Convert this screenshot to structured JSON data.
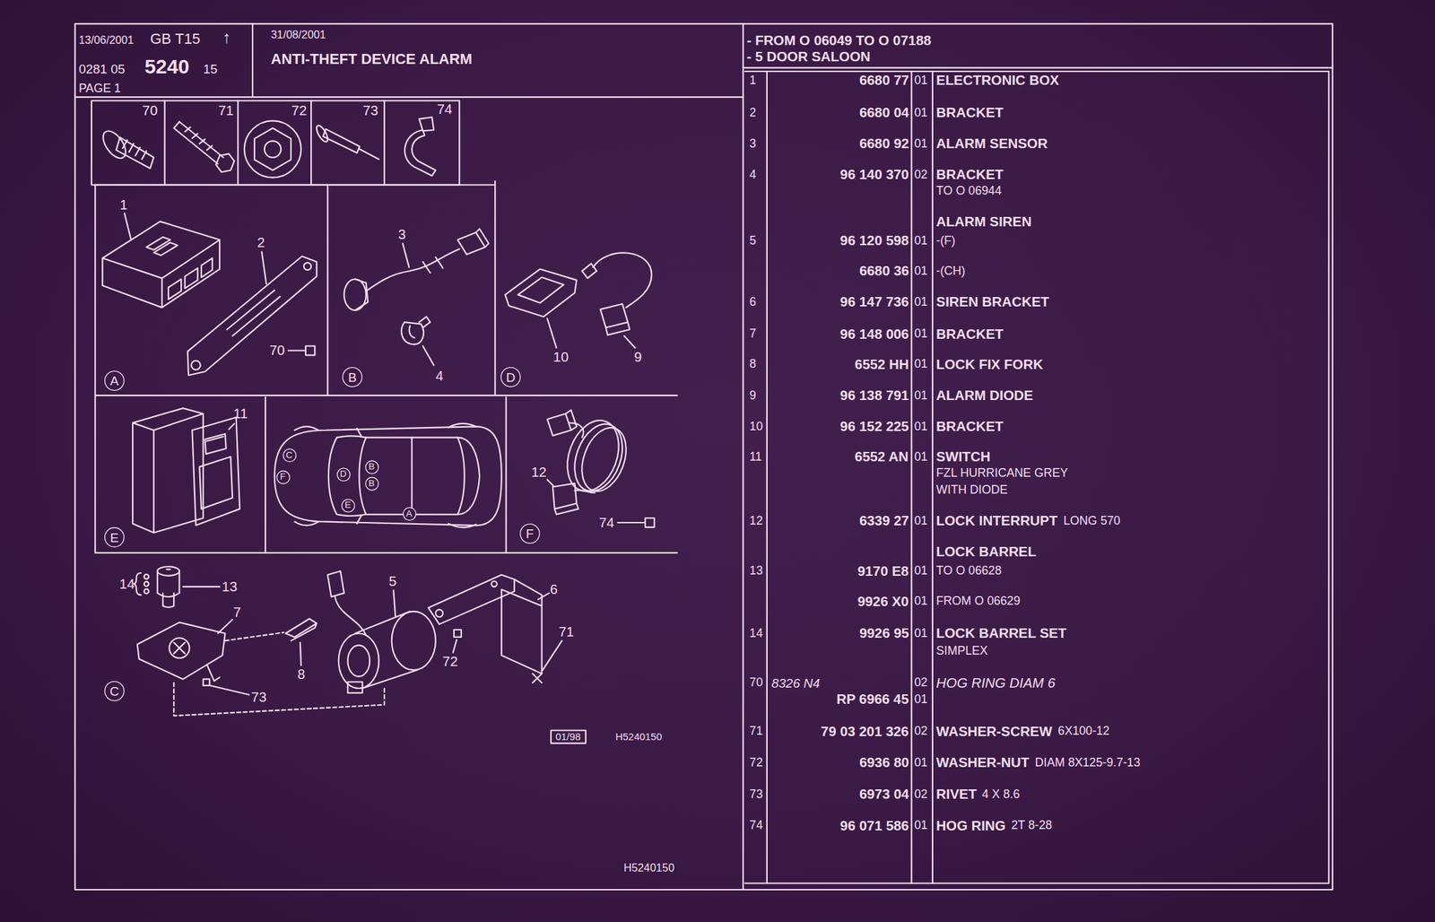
{
  "diagram": {
    "nodes": [
      {
        "text": [
          "13/06/2001",
          "GB T15",
          "↑",
          "0281 05",
          "5240",
          "15",
          "PAGE 1"
        ]
      },
      {
        "text": [
          "31/08/2001",
          "ANTI-THEFT DEVICE ALARM"
        ]
      },
      {
        "text": [
          "- FROM O 06049 TO O 07188",
          "- 5 DOOR SALOON"
        ]
      },
      {
        "text": [
          "70"
        ]
      },
      {
        "text": [
          "71"
        ]
      },
      {
        "text": [
          "72"
        ]
      },
      {
        "text": [
          "73"
        ]
      },
      {
        "text": [
          "74"
        ]
      },
      {
        "text": [
          "1",
          "2",
          "70"
        ]
      },
      {
        "text": [
          "A"
        ],
        "in": 8
      },
      {
        "text": [
          "3",
          "4"
        ]
      },
      {
        "text": [
          "B"
        ],
        "in": 10
      },
      {
        "text": [
          "10",
          "9"
        ]
      },
      {
        "text": [
          "D"
        ],
        "in": 12
      },
      {
        "text": [
          "11"
        ]
      },
      {
        "text": [
          "E"
        ],
        "in": 14
      },
      {
        "text": [
          "C"
        ]
      },
      {
        "text": [
          "B"
        ]
      },
      {
        "text": [
          "D"
        ]
      },
      {
        "text": [
          "F"
        ]
      },
      {
        "text": [
          "B"
        ]
      },
      {
        "text": [
          "E"
        ]
      },
      {
        "text": [
          "A"
        ]
      },
      {
        "text": [
          "12",
          "74"
        ]
      },
      {
        "text": [
          "F"
        ],
        "in": 23
      },
      {
        "text": [
          "14",
          "13",
          "5",
          "6",
          "7",
          "8",
          "71",
          "72",
          "73"
        ]
      },
      {
        "text": [
          "C"
        ],
        "in": 25
      }
    ],
    "labels": [
      "1",
      "6680 77",
      "01",
      "ELECTRONIC BOX",
      "2",
      "6680 04",
      "01",
      "BRACKET",
      "3",
      "6680 92",
      "01",
      "ALARM SENSOR",
      "4",
      "96 140 370",
      "02",
      "BRACKET",
      "TO O 06944",
      "ALARM SIREN",
      "5",
      "96 120 598",
      "01",
      "-(F)",
      "6680 36",
      "01",
      "-(CH)",
      "6",
      "96 147 736",
      "01",
      "SIREN BRACKET",
      "7",
      "96 148 006",
      "01",
      "BRACKET",
      "8",
      "6552 HH",
      "01",
      "LOCK FIX FORK",
      "9",
      "96 138 791",
      "01",
      "ALARM DIODE",
      "10",
      "96 152 225",
      "01",
      "BRACKET",
      "11",
      "6552 AN",
      "01",
      "SWITCH",
      "FZL HURRICANE GREY",
      "WITH DIODE",
      "12",
      "6339 27",
      "01",
      "LOCK INTERRUPT",
      "LONG 570",
      "LOCK BARREL",
      "13",
      "9170 E8",
      "01",
      "TO O 06628",
      "9926 X0",
      "01",
      "FROM O 06629",
      "14",
      "9926 95",
      "01",
      "LOCK BARREL SET",
      "SIMPLEX",
      "70",
      "8326 N4",
      "02",
      "HOG RING DIAM 6",
      "RP 6966 45",
      "01",
      "71",
      "79 03 201 326",
      "02",
      "WASHER-SCREW",
      "6X100-12",
      "72",
      "6936 80",
      "01",
      "WASHER-NUT",
      "DIAM 8X125-9.7-13",
      "73",
      "6973 04",
      "02",
      "RIVET",
      "4 X 8.6",
      "74",
      "96 071 586",
      "01",
      "HOG RING",
      "2T 8-28",
      "01/98",
      "H5240150",
      "H5240150"
    ]
  }
}
